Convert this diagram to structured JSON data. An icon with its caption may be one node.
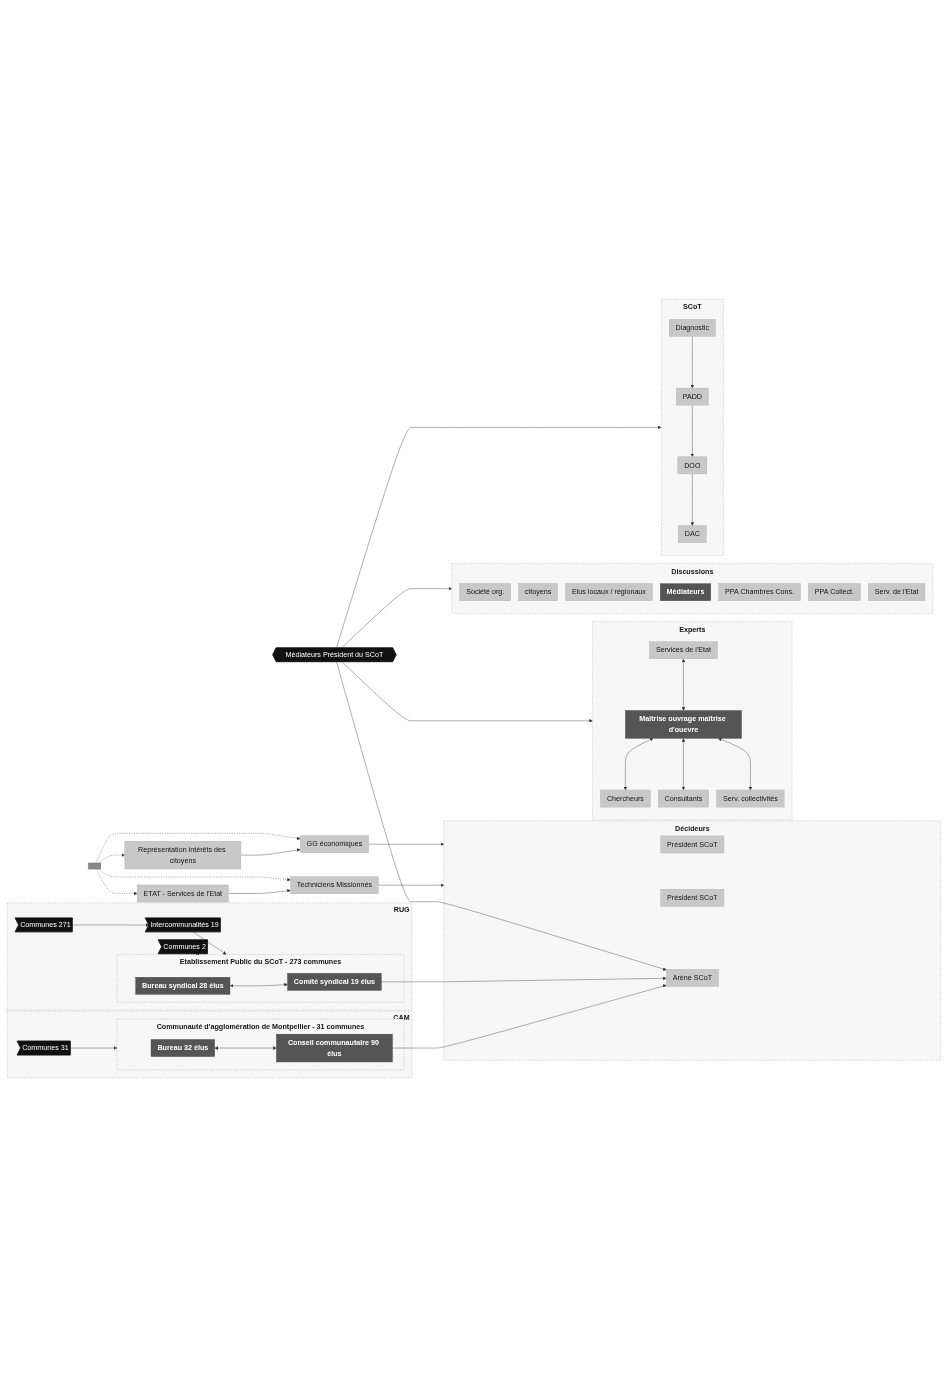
{
  "diagram": {
    "nodes": [
      {
        "text": [
          "CAM"
        ]
      },
      {
        "text": [
          "Communes 31"
        ],
        "in": 0
      },
      {
        "text": [
          "Communauté d'agglomération de Montpellier - 31 communes"
        ],
        "in": 0
      },
      {
        "text": [
          "Bureau 32 élus"
        ],
        "in": 2
      },
      {
        "text": [
          "Conseil communautaire 90 élus"
        ],
        "in": 2
      },
      {
        "text": [
          "RUG"
        ]
      },
      {
        "text": [
          "Communes 2"
        ],
        "in": 5
      },
      {
        "text": [
          "Communes 271"
        ],
        "in": 5
      },
      {
        "text": [
          "Intercommunalités 19"
        ],
        "in": 5
      },
      {
        "text": [
          "Etablissement Public du SCoT - 273 communes"
        ],
        "in": 5
      },
      {
        "text": [
          "Comité syndical 19 élus"
        ],
        "in": 9
      },
      {
        "text": [
          "Bureau syndical 28 élus"
        ],
        "in": 9
      },
      {
        "text": [
          "ETAT - Services de l'Etat"
        ]
      },
      {
        "text": [
          "Techniciens Missionnés"
        ]
      },
      {
        "text": [
          "Décideurs"
        ]
      },
      {
        "text": [
          "Président SCoT"
        ],
        "in": 14
      },
      {
        "text": [
          "Président SCoT"
        ],
        "in": 14
      },
      {
        "text": [
          "Arène SCoT"
        ],
        "in": 14
      },
      {
        "text": [
          "GG économiques"
        ]
      },
      {
        "text": [
          "Représentation intérêts des citoyens"
        ]
      },
      {
        "text": [
          "Experts"
        ]
      },
      {
        "text": [
          "Services de l'Etat"
        ],
        "in": 20
      },
      {
        "text": [
          "Chercheurs"
        ],
        "in": 20
      },
      {
        "text": [
          "Maîtrise ouvrage maîtrise d'ouevre"
        ],
        "in": 20
      },
      {
        "text": [
          "Consultants"
        ],
        "in": 20
      },
      {
        "text": [
          "Serv. collectivités"
        ],
        "in": 20
      },
      {
        "text": [
          "Médiateurs Président du SCoT"
        ]
      },
      {
        "text": [
          "Discussions"
        ]
      },
      {
        "text": [
          "Société org."
        ],
        "in": 27
      },
      {
        "text": [
          "citoyens"
        ],
        "in": 27
      },
      {
        "text": [
          "Elus locaux / régionaux"
        ],
        "in": 27
      },
      {
        "text": [
          "Médiateurs"
        ],
        "in": 27
      },
      {
        "text": [
          "PPA Chambres Cons."
        ],
        "in": 27
      },
      {
        "text": [
          "PPA Collect."
        ],
        "in": 27
      },
      {
        "text": [
          "Serv. de l'Etat"
        ],
        "in": 27
      },
      {
        "text": [
          "SCoT"
        ]
      },
      {
        "text": [
          "Diagnostic"
        ],
        "in": 35
      },
      {
        "text": [
          "PADD"
        ],
        "in": 35
      },
      {
        "text": [
          "DOO"
        ],
        "in": 35
      },
      {
        "text": [
          "DAC"
        ],
        "in": 35
      },
      {
        "text": [],
        "shape": "bar"
      }
    ],
    "edges": [
      {
        "from": 1,
        "to": 2,
        "arrow": "to"
      },
      {
        "from": 3,
        "to": 4,
        "arrow": "both"
      },
      {
        "from": 4,
        "to": 17,
        "arrow": "to"
      },
      {
        "from": 6,
        "to": 9,
        "arrow": "to"
      },
      {
        "from": 7,
        "to": 8,
        "arrow": "to"
      },
      {
        "from": 8,
        "to": 9,
        "arrow": "to"
      },
      {
        "from": 11,
        "to": 10,
        "arrow": "both"
      },
      {
        "from": 10,
        "to": 17,
        "arrow": "to"
      },
      {
        "from": 12,
        "to": 13,
        "arrow": "to"
      },
      {
        "from": 13,
        "to": 14,
        "arrow": "to"
      },
      {
        "from": 19,
        "to": 18,
        "arrow": "to"
      },
      {
        "from": 18,
        "to": 14,
        "arrow": "to"
      },
      {
        "from": 40,
        "to": 12,
        "arrow": "to",
        "style": "dashed"
      },
      {
        "from": 40,
        "to": 13,
        "arrow": "to",
        "style": "dashed"
      },
      {
        "from": 40,
        "to": 18,
        "arrow": "to",
        "style": "dashed"
      },
      {
        "from": 40,
        "to": 19,
        "arrow": "to",
        "style": "dashed"
      },
      {
        "from": 21,
        "to": 23,
        "arrow": "both"
      },
      {
        "from": 23,
        "to": 22,
        "arrow": "both"
      },
      {
        "from": 23,
        "to": 24,
        "arrow": "both"
      },
      {
        "from": 23,
        "to": 25,
        "arrow": "both"
      },
      {
        "from": 26,
        "to": 17,
        "arrow": "to"
      },
      {
        "from": 26,
        "to": 20,
        "arrow": "to"
      },
      {
        "from": 26,
        "to": 27,
        "arrow": "to"
      },
      {
        "from": 26,
        "to": 35,
        "arrow": "to"
      },
      {
        "from": 36,
        "to": 37,
        "arrow": "to"
      },
      {
        "from": 37,
        "to": 38,
        "arrow": "to"
      },
      {
        "from": 38,
        "to": 39,
        "arrow": "to"
      }
    ]
  }
}
